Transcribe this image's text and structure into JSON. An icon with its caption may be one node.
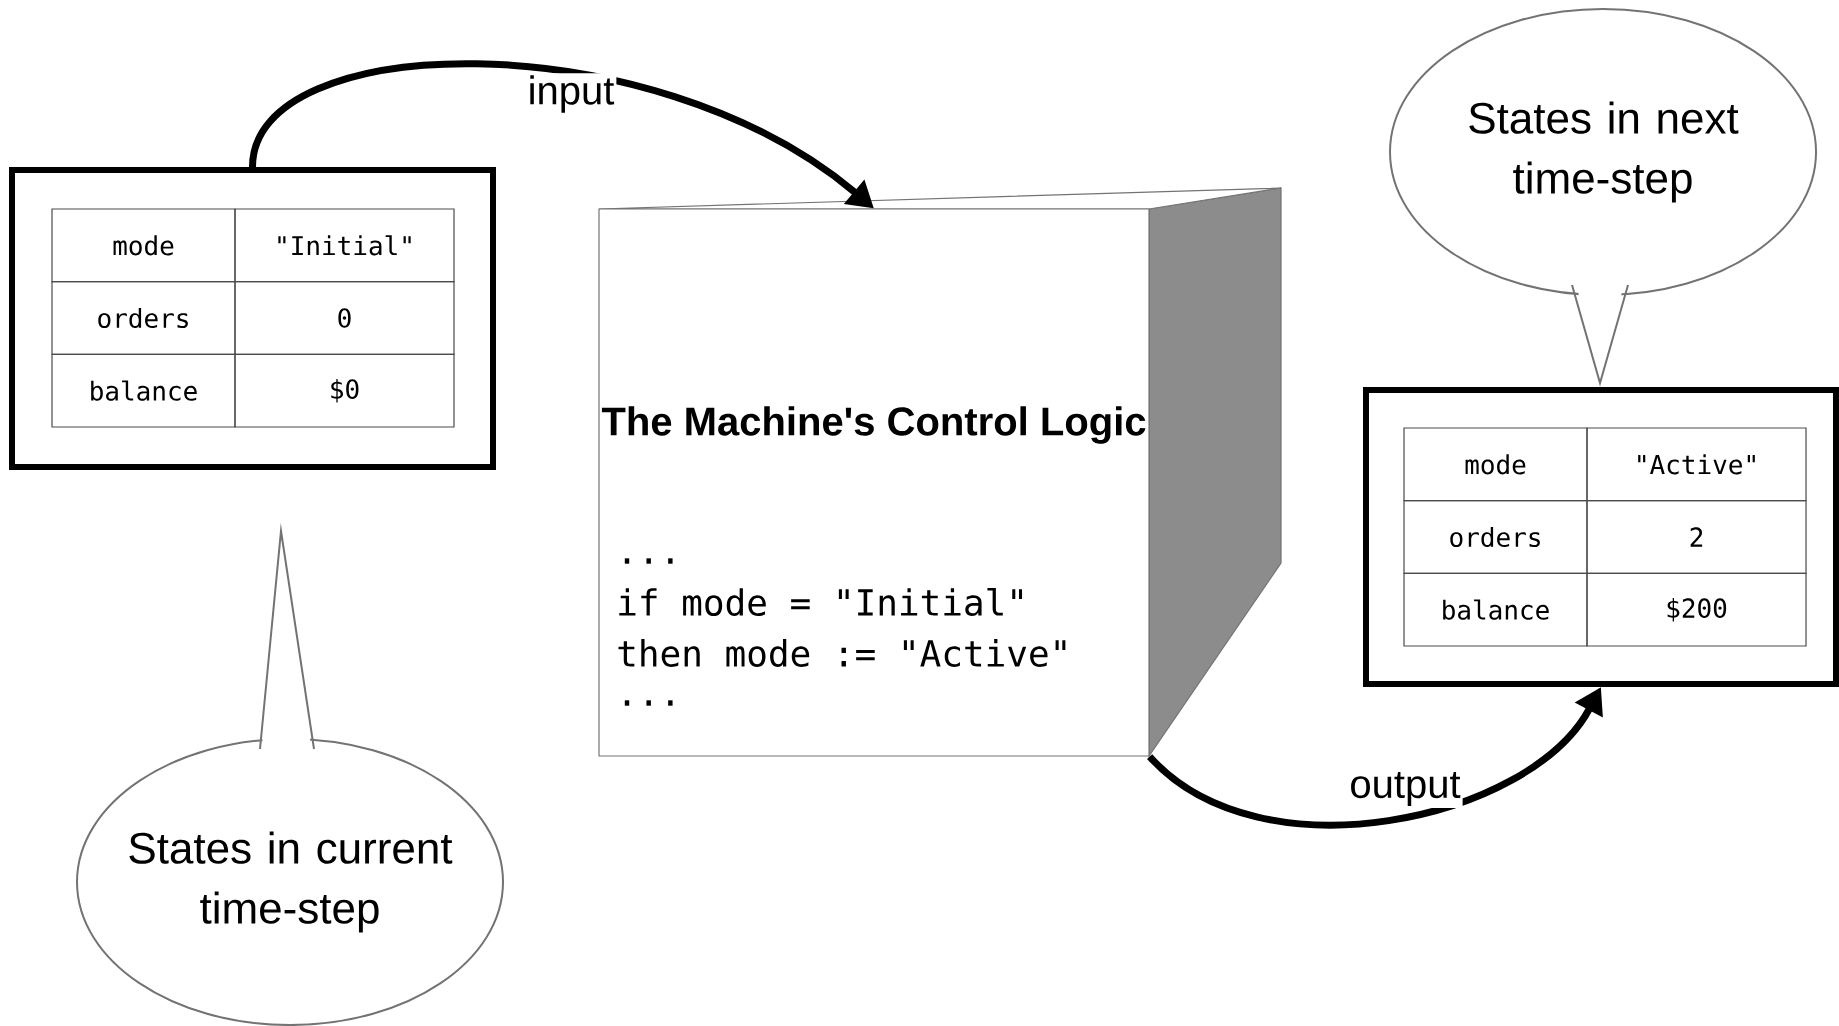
{
  "diagram": {
    "nodes": [
      {
        "text": [
          "mode",
          "\"Initial\"",
          "orders",
          "0",
          "balance",
          "$0"
        ]
      },
      {
        "text": [
          "The Machine's Control Logic",
          "...",
          "if mode = \"Initial\"",
          "then mode := \"Active\"",
          "..."
        ]
      },
      {
        "text": [
          "mode",
          "\"Active\"",
          "orders",
          "2",
          "balance",
          "$200"
        ]
      },
      {
        "text": [
          "States in next time-step"
        ]
      },
      {
        "text": [
          "States in current time-step"
        ]
      }
    ],
    "edges": [
      {
        "from": 0,
        "to": 1,
        "arrow": "to",
        "label": "input"
      },
      {
        "from": 1,
        "to": 2,
        "arrow": "to",
        "label": "output"
      }
    ]
  }
}
